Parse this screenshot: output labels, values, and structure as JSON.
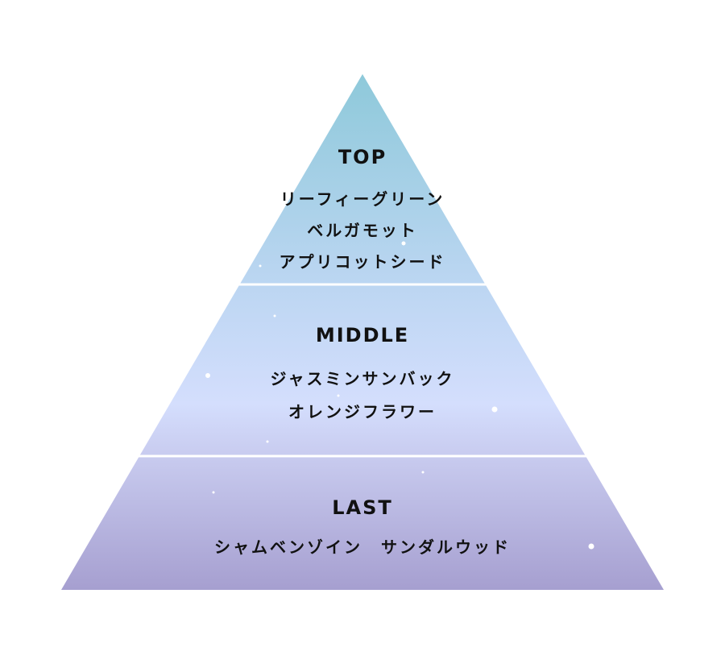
{
  "colors": {
    "apex": "#8ec9da",
    "top_base": "#bcd6f2",
    "middle": "#d4defd",
    "last_top": "#c8cbef",
    "base": "#a69fd0",
    "divider": "#ffffff",
    "text": "#111111"
  },
  "pyramid": {
    "top": {
      "title": "TOP",
      "notes": [
        "リーフィーグリーン",
        "ベルガモット",
        "アプリコットシード"
      ]
    },
    "middle": {
      "title": "MIDDLE",
      "notes": [
        "ジャスミンサンバック",
        "オレンジフラワー"
      ]
    },
    "last": {
      "title": "LAST",
      "notes": [
        "シャムベンゾイン　サンダルウッド"
      ]
    }
  }
}
